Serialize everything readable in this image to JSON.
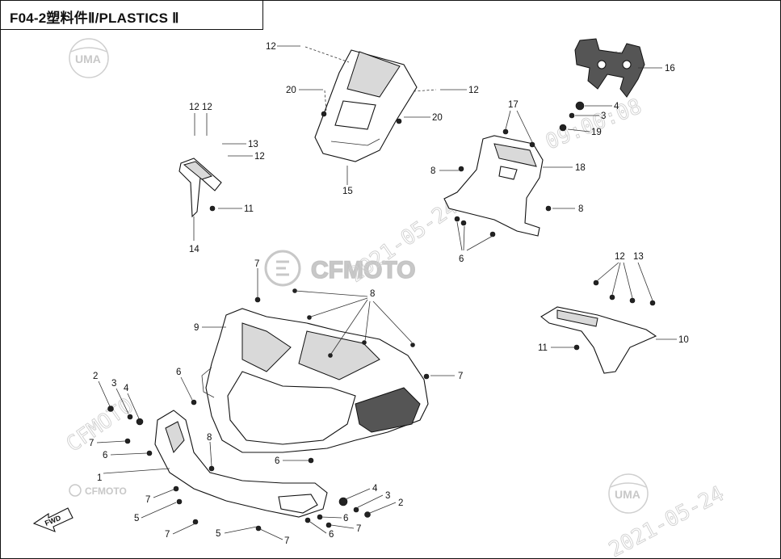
{
  "title": "F04-2塑料件Ⅱ/PLASTICS Ⅱ",
  "logos": {
    "uma_top": "UMA",
    "uma_bottom": "UMA",
    "cfmoto_center": "CFMOTO",
    "cfmoto_small_left": "CFMOTO",
    "cfmoto_small_right": "CFMOTO"
  },
  "watermark_stamps": {
    "date_a": "2021-05-24",
    "time_a": "09:00:08",
    "date_b": "2021-05-24"
  },
  "direction_arrow": "FWD",
  "callouts": {
    "c12_top": "12",
    "c20_left": "20",
    "c12_right": "12",
    "c20_right": "20",
    "c15": "15",
    "c12_a": "12",
    "c12_b": "12",
    "c13_left": "13",
    "c12_c": "12",
    "c11_left": "11",
    "c14": "14",
    "c16": "16",
    "c4_top": "4",
    "c3_top": "3",
    "c19": "19",
    "c17": "17",
    "c18": "18",
    "c8_left": "8",
    "c8_right": "8",
    "c6_top": "6",
    "c12_d": "12",
    "c13_right": "13",
    "c10": "10",
    "c11_right": "11",
    "c7_top": "7",
    "c8_center": "8",
    "c9": "9",
    "c7_right": "7",
    "c2_left": "2",
    "c3_left": "3",
    "c4_left": "4",
    "c6_mid": "6",
    "c7_l1": "7",
    "c6_l1": "6",
    "c8_lower": "8",
    "c6_lower": "6",
    "c1": "1",
    "c7_l2": "7",
    "c5_l1": "5",
    "c4_low": "4",
    "c3_low": "3",
    "c2_low": "2",
    "c6_low1": "6",
    "c7_low1": "7",
    "c7_l3": "7",
    "c5_l2": "5",
    "c7_low2": "7",
    "c6_low2": "6"
  },
  "colors": {
    "line": "#111111",
    "watermark": "#c8c8c8",
    "background": "#ffffff"
  }
}
